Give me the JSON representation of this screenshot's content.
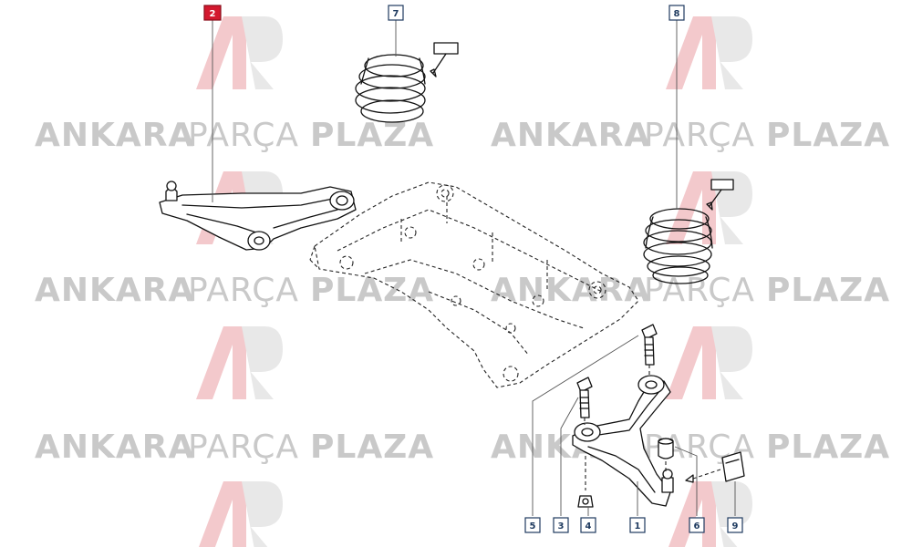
{
  "watermark": {
    "word1": "ANKARA",
    "word2": "PARÇA",
    "word3": "PLAZA",
    "logo_mark": "AP",
    "colors": {
      "text": "#c9c9c9",
      "logo_red": "#f2c3c7",
      "logo_gray": "#e6e6e6"
    }
  },
  "callouts": [
    {
      "id": "1",
      "label": "1",
      "highlighted": false
    },
    {
      "id": "2",
      "label": "2",
      "highlighted": true
    },
    {
      "id": "3",
      "label": "3",
      "highlighted": false
    },
    {
      "id": "4",
      "label": "4",
      "highlighted": false
    },
    {
      "id": "5",
      "label": "5",
      "highlighted": false
    },
    {
      "id": "6",
      "label": "6",
      "highlighted": false
    },
    {
      "id": "7",
      "label": "7",
      "highlighted": false
    },
    {
      "id": "8",
      "label": "8",
      "highlighted": false
    },
    {
      "id": "9",
      "label": "9",
      "highlighted": false
    }
  ],
  "colors": {
    "callout_border": "#1e3a5f",
    "highlight": "#d3182e",
    "ink": "#111111"
  }
}
